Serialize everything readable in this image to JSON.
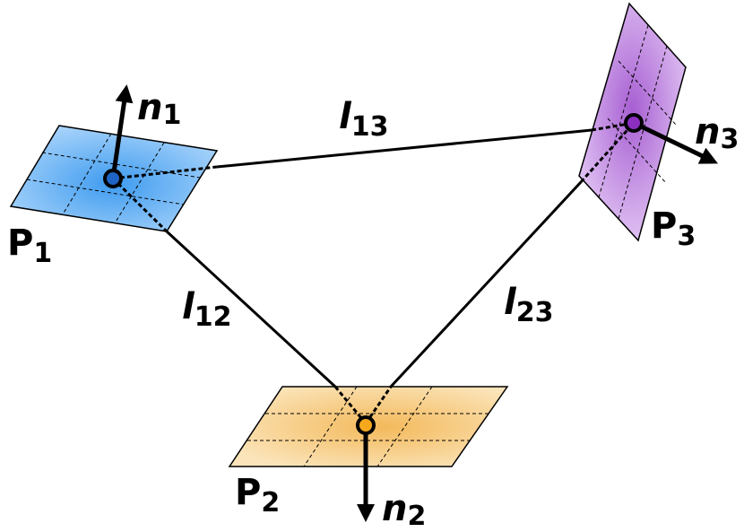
{
  "planes": {
    "p1": {
      "letter": "P",
      "index": "1",
      "color": "#3e9bef",
      "light": "#a9d4fb"
    },
    "p2": {
      "letter": "P",
      "index": "2",
      "color": "#f3b95b",
      "light": "#fbe4b9"
    },
    "p3": {
      "letter": "P",
      "index": "3",
      "color": "#a75fd2",
      "light": "#e4c9f5"
    }
  },
  "normals": {
    "n1": {
      "letter": "n",
      "index": "1"
    },
    "n2": {
      "letter": "n",
      "index": "2"
    },
    "n3": {
      "letter": "n",
      "index": "3"
    }
  },
  "edges": {
    "l12": {
      "letter": "l",
      "index": "12"
    },
    "l13": {
      "letter": "l",
      "index": "13"
    },
    "l23": {
      "letter": "l",
      "index": "23"
    }
  },
  "point_colors": {
    "p1": "#1f63c4",
    "p2": "#f6a81d",
    "p3": "#8b2fc0"
  }
}
